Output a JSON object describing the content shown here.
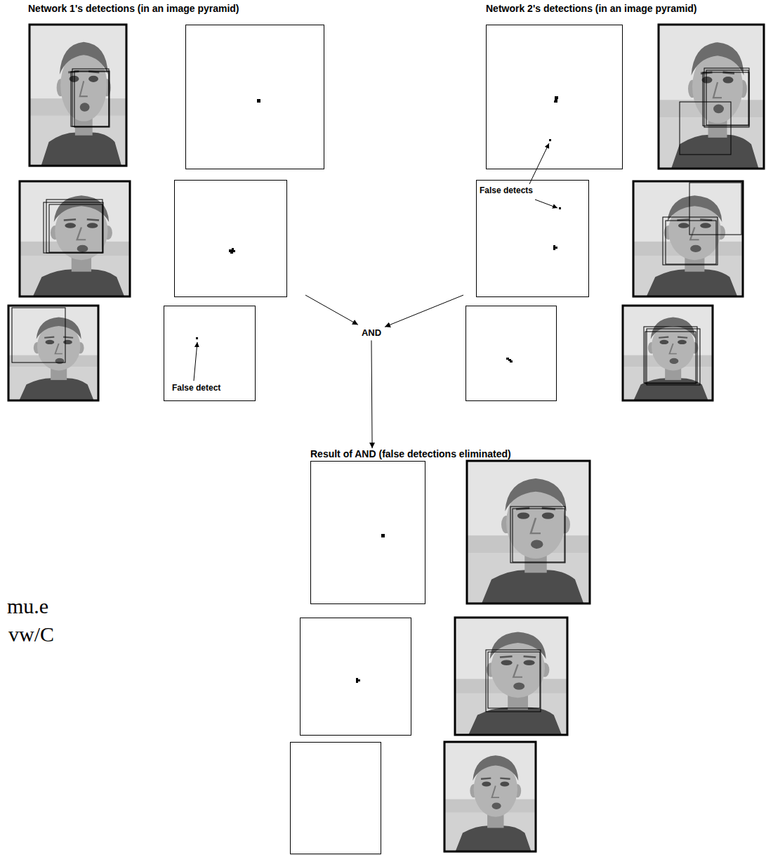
{
  "diagram": {
    "nodes": [
      {
        "text": [
          "Network 1's detections (in an image pyramid)"
        ]
      },
      {
        "text": [
          "Network 2's detections (in an image pyramid)"
        ]
      },
      {
        "text": [
          "AND"
        ]
      },
      {
        "text": [
          "Result of AND (false detections eliminated)"
        ]
      }
    ],
    "edges": [
      {
        "from": 0,
        "to": 2,
        "arrow": "to"
      },
      {
        "from": 1,
        "to": 2,
        "arrow": "to"
      },
      {
        "from": 2,
        "to": 3,
        "arrow": "to"
      }
    ],
    "labels": [
      "False detects",
      "False detect",
      "mu.e",
      "vw/C"
    ]
  }
}
